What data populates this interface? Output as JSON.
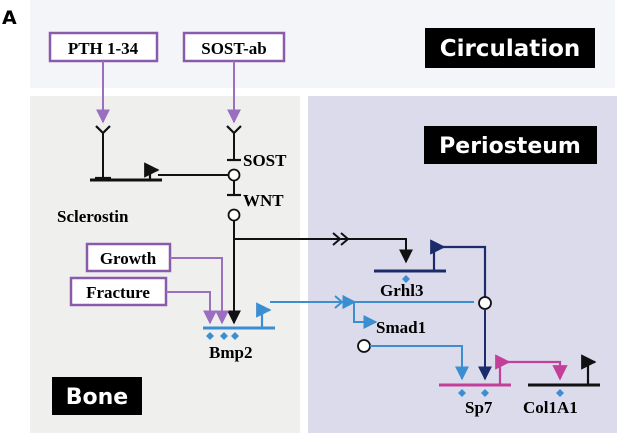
{
  "panel_letter": "A",
  "regions": {
    "circulation": "Circulation",
    "periosteum": "Periosteum",
    "bone": "Bone"
  },
  "inputs": {
    "pth": "PTH 1-34",
    "sost_ab": "SOST-ab",
    "growth": "Growth",
    "fracture": "Fracture"
  },
  "nodes": {
    "sost": "SOST",
    "wnt": "WNT",
    "sclerostin": "Sclerostin",
    "bmp2": "Bmp2",
    "grhl3": "Grhl3",
    "smad1": "Smad1",
    "sp7": "Sp7",
    "col1a1": "Col1A1"
  },
  "colors": {
    "circulation_bg": "#f4f5f8",
    "bone_bg": "#efefee",
    "periosteum_bg": "#dcdbeb",
    "label_box": "#000000",
    "input_purple": "#8a5aab",
    "arrow_purple": "#9a6fc0",
    "bmp2_blue": "#3b8fd1",
    "grhl3_navy": "#1c2c6b",
    "sp7_magenta": "#c2409a",
    "black": "#111111"
  }
}
